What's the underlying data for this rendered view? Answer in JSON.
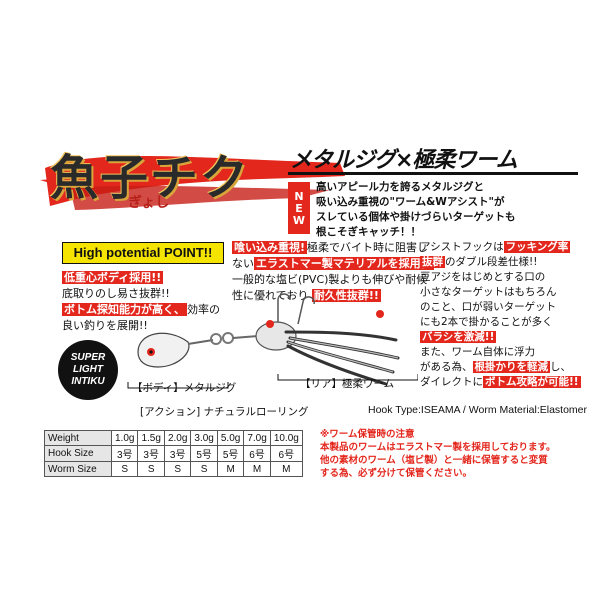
{
  "header": {
    "logo_main": "魚子チク",
    "logo_ruby": "ぎょし",
    "tagline": "メタルジグ×極柔ワーム",
    "new_badge": "NEW",
    "intro_lines": [
      "高いアピール力を誇るメタルジグと",
      "吸い込み重視の\"ワーム&Wアシスト\"が",
      "スレている個体や掛けづらいターゲットも",
      "根こそぎキャッチ！！"
    ]
  },
  "high_potential": "High potential POINT!!",
  "left": {
    "tag1": "低重心ボディ採用!!",
    "line1": "底取りのし易さ抜群!!",
    "tag2": "ボトム探知能力が高く、",
    "line2a": "効率の",
    "line2b": "良い釣りを展開!!"
  },
  "badge": [
    "SUPER",
    "LIGHT",
    "INTIKU"
  ],
  "center": {
    "tag1": "喰い込み重視!",
    "line1a": "極柔でバイト時に阻害し",
    "line1b": "ない",
    "tag2": "エラストマー製マテリアルを採用。",
    "line2": "一般的な塩ビ(PVC)製よりも伸びや耐候",
    "line3a": "性に優れており",
    "tag3": "耐久性抜群!!"
  },
  "right": {
    "line1": "アシストフックは",
    "tag1": "フッキング率",
    "tag1b": "抜群",
    "line1c": "のダブル段差仕様!!",
    "line2": "豆アジをはじめとする口の",
    "line3": "小さなターゲットはもちろん",
    "line4": "のこと、口が弱いターゲット",
    "line5": "にも2本で掛かることが多く",
    "tag2": "バラシを激減!!",
    "line6": "また、ワーム自体に浮力",
    "line7": "がある為、",
    "tag3": "根掛かりを軽減",
    "line7b": "し、",
    "line8": "ダイレクトに",
    "tag4": "ボトム攻略が可能!!"
  },
  "labels": {
    "body": "【ボディ】メタルジグ",
    "rear": "【リア】極柔ワーム",
    "action": "[アクション] ナチュラルローリング",
    "hook": "Hook Type:ISEAMA / Worm Material:Elastomer"
  },
  "spec_table": {
    "rows": [
      {
        "head": "Weight",
        "values": [
          "1.0g",
          "1.5g",
          "2.0g",
          "3.0g",
          "5.0g",
          "7.0g",
          "10.0g"
        ]
      },
      {
        "head": "Hook Size",
        "values": [
          "3号",
          "3号",
          "3号",
          "5号",
          "5号",
          "6号",
          "6号"
        ]
      },
      {
        "head": "Worm Size",
        "values": [
          "S",
          "S",
          "S",
          "S",
          "M",
          "M",
          "M"
        ]
      }
    ]
  },
  "caution": {
    "title": "※ワーム保管時の注意",
    "lines": [
      "本製品のワームはエラストマー製を採用しております。",
      "他の素材のワーム（塩ビ製）と一緒に保管すると変質",
      "する為、必ず分けて保管ください。"
    ]
  },
  "colors": {
    "accent_red": "#e3271d",
    "highlight_yellow": "#f5e400",
    "gold": "#d9a53a"
  }
}
